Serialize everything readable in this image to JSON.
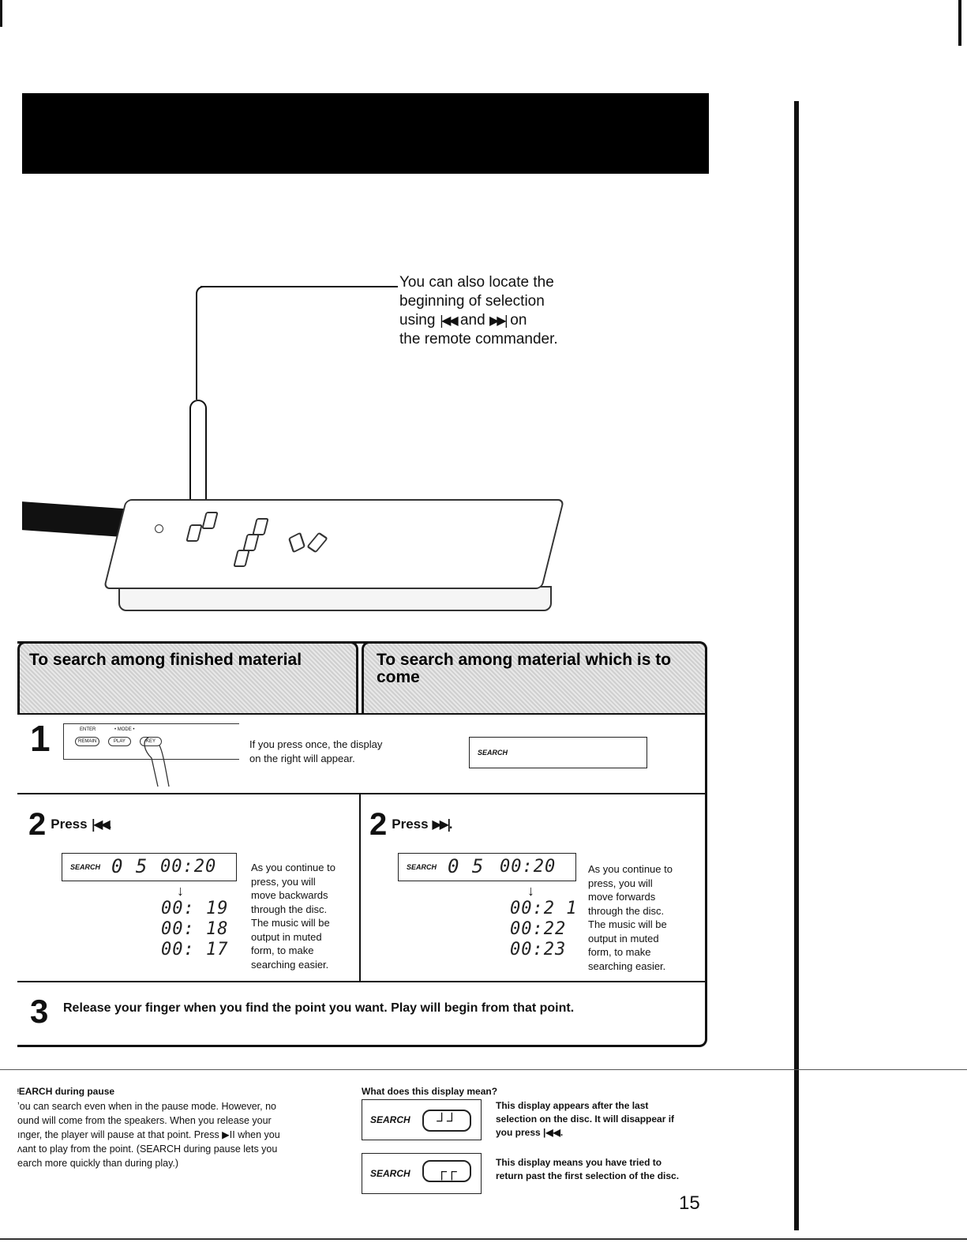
{
  "callout": {
    "lines": [
      "You can also locate the",
      "beginning of selection",
      "using ",
      "and",
      "on",
      "the remote commander."
    ],
    "prev_glyph": "|◀◀",
    "next_glyph": "▶▶|"
  },
  "tabs": {
    "left": "To search among finished material",
    "right_line1": "To search among material which is to",
    "right_line2": "come"
  },
  "step1": {
    "number": "1",
    "remote_labels": {
      "enter": "ENTER",
      "mode": "• MODE •",
      "remain": "REMAIN",
      "play": "PLAY",
      "key": "KEY"
    },
    "text_line1": "If you press once, the display",
    "text_line2": "on the right will appear.",
    "display_label": "SEARCH"
  },
  "step2_left": {
    "number": "2",
    "press": "Press",
    "glyph": "|◀◀",
    "period": ".",
    "display_label": "SEARCH",
    "track": "0 5",
    "time": "00:20",
    "arrow": "↓",
    "times": [
      "00: 19",
      "00: 18",
      "00: 17"
    ],
    "desc": [
      "As you continue to",
      "press, you will",
      "move backwards",
      "through the disc.",
      "The music will be",
      "output in muted",
      "form, to make",
      "searching easier."
    ]
  },
  "step2_right": {
    "number": "2",
    "press": "Press",
    "glyph": "▶▶|",
    "period": ".",
    "display_label": "SEARCH",
    "track": "0 5",
    "time": "00:20",
    "arrow": "↓",
    "times": [
      "00:2 1",
      "00:22",
      "00:23"
    ],
    "desc": [
      "As you continue to",
      "press, you will",
      "move forwards",
      "through the disc.",
      "The music will be",
      "output in muted",
      "form, to make",
      "searching easier."
    ]
  },
  "step3": {
    "number": "3",
    "text": "Release your finger when you find the point you want. Play will begin from that point."
  },
  "pause": {
    "title": "ᵎEARCH during pause",
    "lines": [
      "ʼou can search even when in the pause mode. However, no",
      "ound will come from the speakers. When you release your",
      "ınger, the player will pause at that point. Press ▶II when you",
      "ʌant to play from the point. (SEARCH during pause lets you",
      "earch more quickly than during play.)"
    ]
  },
  "display_meaning": {
    "title": "What does this display mean?",
    "items": [
      {
        "label": "SEARCH",
        "symbol": "┘┘",
        "text": [
          "This display appears after the last",
          "selection on the disc. It will disappear if",
          "you press |◀◀."
        ]
      },
      {
        "label": "SEARCH",
        "symbol": "┌┌",
        "text": [
          "This display means you have tried to",
          "return past the first selection of the disc."
        ]
      }
    ]
  },
  "page_number": "15"
}
